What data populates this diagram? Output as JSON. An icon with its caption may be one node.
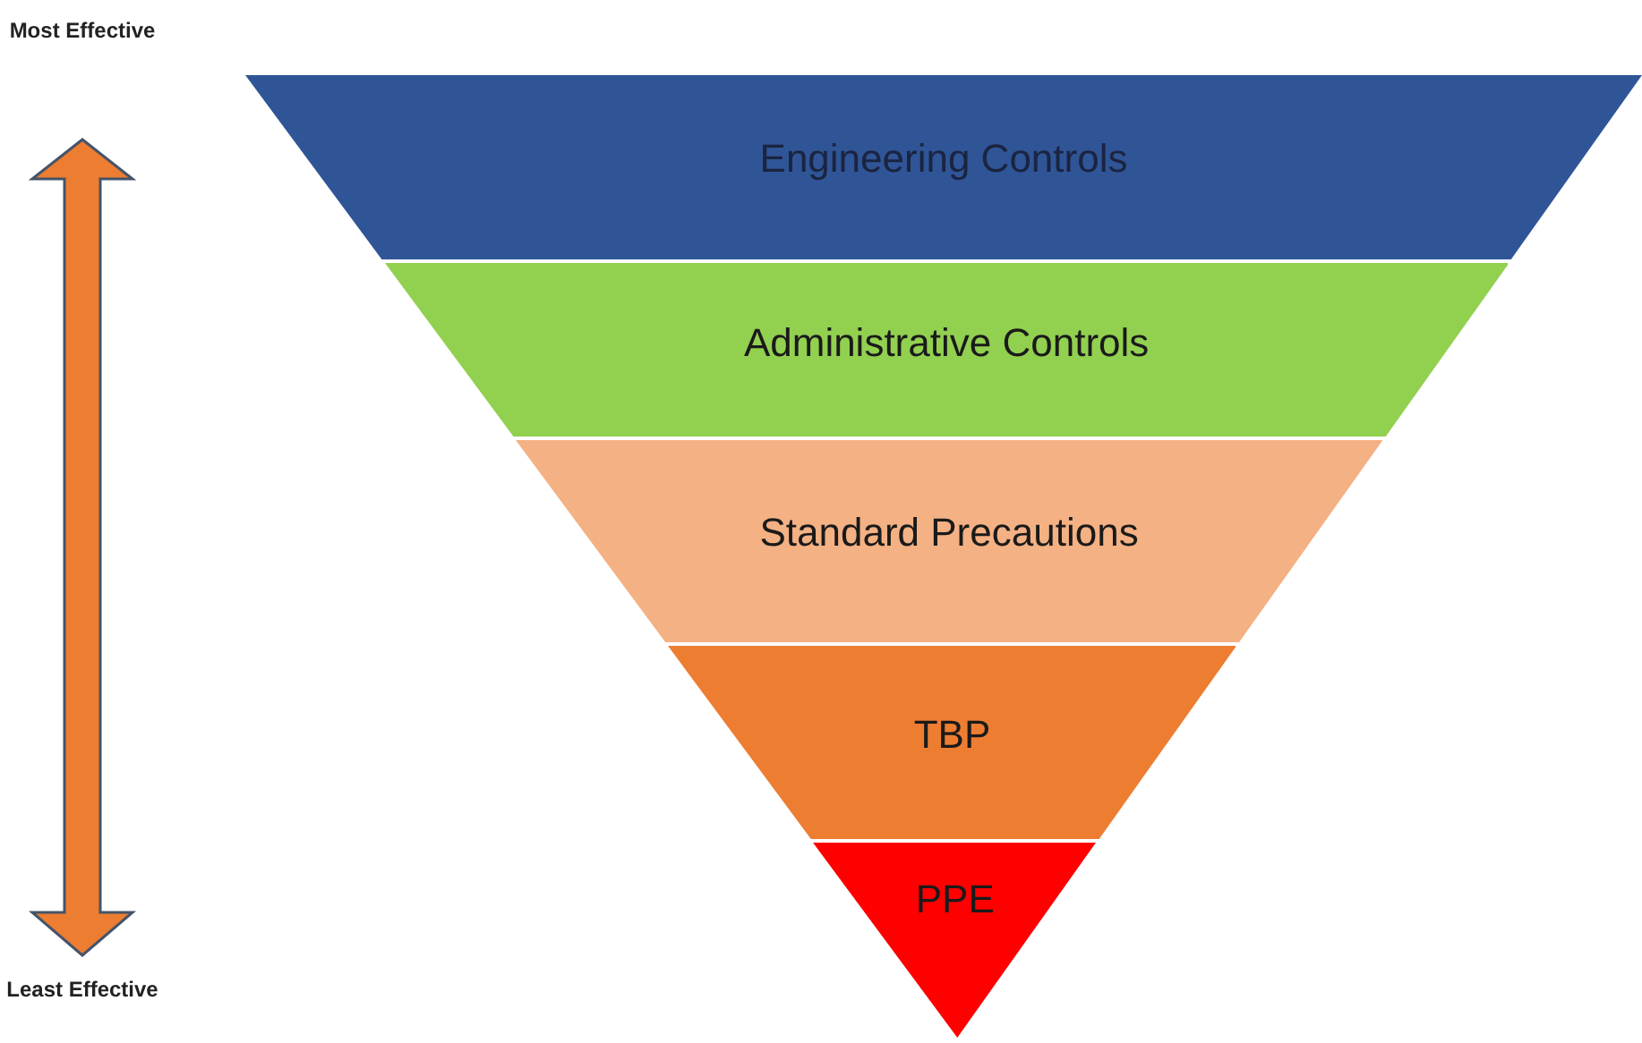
{
  "diagram": {
    "nodes": [
      {
        "text": [
          "Engineering Controls"
        ]
      },
      {
        "text": [
          "Administrative Controls"
        ]
      },
      {
        "text": [
          "Standard Precautions"
        ]
      },
      {
        "text": [
          "TBP"
        ]
      },
      {
        "text": [
          "PPE"
        ]
      }
    ],
    "labels": [
      "Most Effective",
      "Least Effective"
    ]
  }
}
